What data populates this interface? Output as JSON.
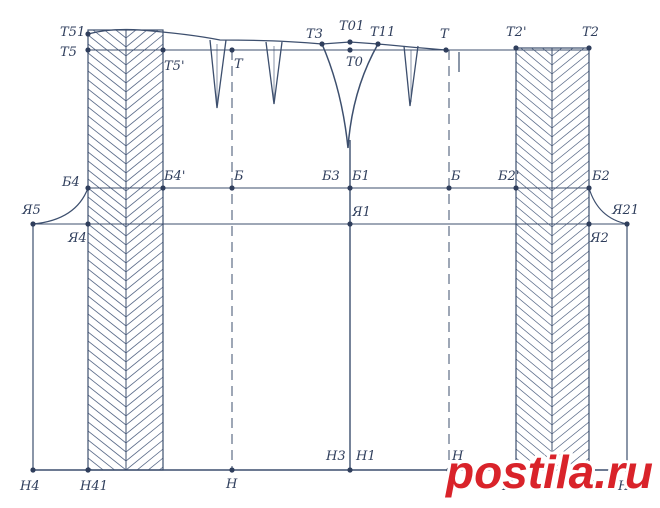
{
  "colors": {
    "ink": "#3d4f6e",
    "label": "#2f3e5c",
    "hatch": "#5a6b89",
    "watermark_red": "#d9232a",
    "watermark_white": "#ffffff"
  },
  "labels": {
    "T51": "Т51",
    "T5": "Т5",
    "T5p": "Т5'",
    "T_left": "Т",
    "T3": "Т3",
    "T01": "Т01",
    "T0": "Т0",
    "T11": "Т11",
    "T_right": "Т",
    "T2p": "Т2'",
    "T2": "Т2",
    "B4": "Б4",
    "B4p": "Б4'",
    "B_left": "Б",
    "B3": "Б3",
    "B1": "Б1",
    "B_right": "Б",
    "B2p": "Б2'",
    "B2": "Б2",
    "Ya5": "Я5",
    "Ya4": "Я4",
    "Ya1": "Я1",
    "Ya21": "Я21",
    "Ya2": "Я2",
    "H4": "Н4",
    "H41": "Н41",
    "H_left": "Н",
    "H3": "Н3",
    "H1": "Н1",
    "H_right": "Н",
    "H2": "Н2",
    "H21": "Н21",
    "H2b": "Н2"
  },
  "watermark": {
    "text": "postila.ru"
  }
}
